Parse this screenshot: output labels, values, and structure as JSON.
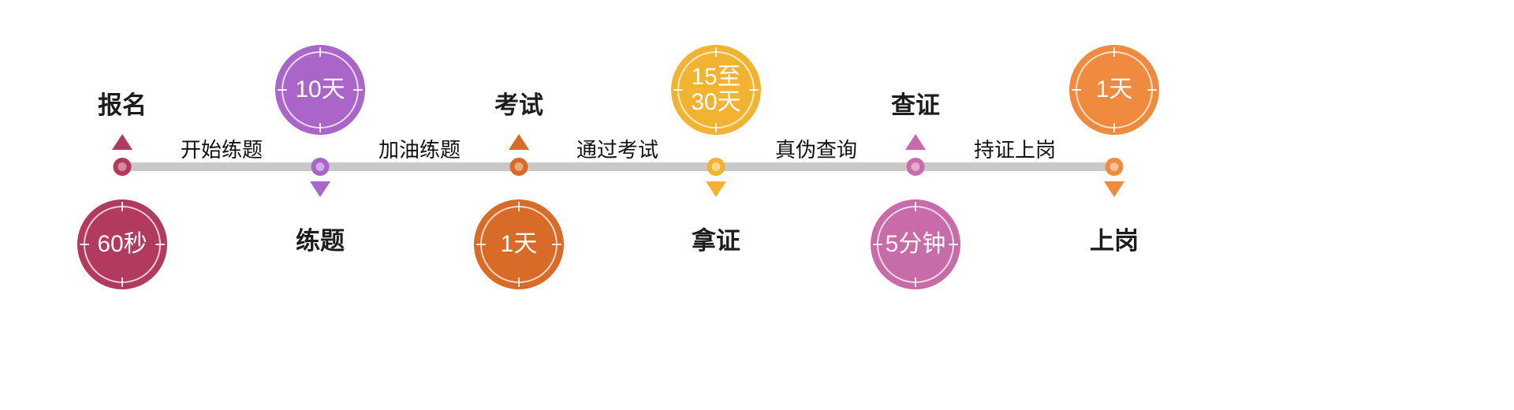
{
  "timeline": {
    "bar_color": "#c9c9c9",
    "nodes": [
      {
        "label": "报名",
        "duration": "60秒",
        "label_position": "above",
        "color": "#b23a5f",
        "color_light": "#d28ba0"
      },
      {
        "label": "练题",
        "duration": "10天",
        "label_position": "below",
        "color": "#aa65c8",
        "color_light": "#d2abe4"
      },
      {
        "label": "考试",
        "duration": "1天",
        "label_position": "above",
        "color": "#d96b28",
        "color_light": "#eda878"
      },
      {
        "label": "拿证",
        "duration": "15至\n30天",
        "label_position": "below",
        "color": "#f2b232",
        "color_light": "#f9d88e"
      },
      {
        "label": "查证",
        "duration": "5分钟",
        "label_position": "above",
        "color": "#c86ca9",
        "color_light": "#e3abce"
      },
      {
        "label": "上岗",
        "duration": "1天",
        "label_position": "below",
        "color": "#ef8a3e",
        "color_light": "#f8c094"
      }
    ],
    "segments": [
      {
        "label": "开始练题"
      },
      {
        "label": "加油练题"
      },
      {
        "label": "通过考试"
      },
      {
        "label": "真伪查询"
      },
      {
        "label": "持证上岗"
      }
    ]
  }
}
